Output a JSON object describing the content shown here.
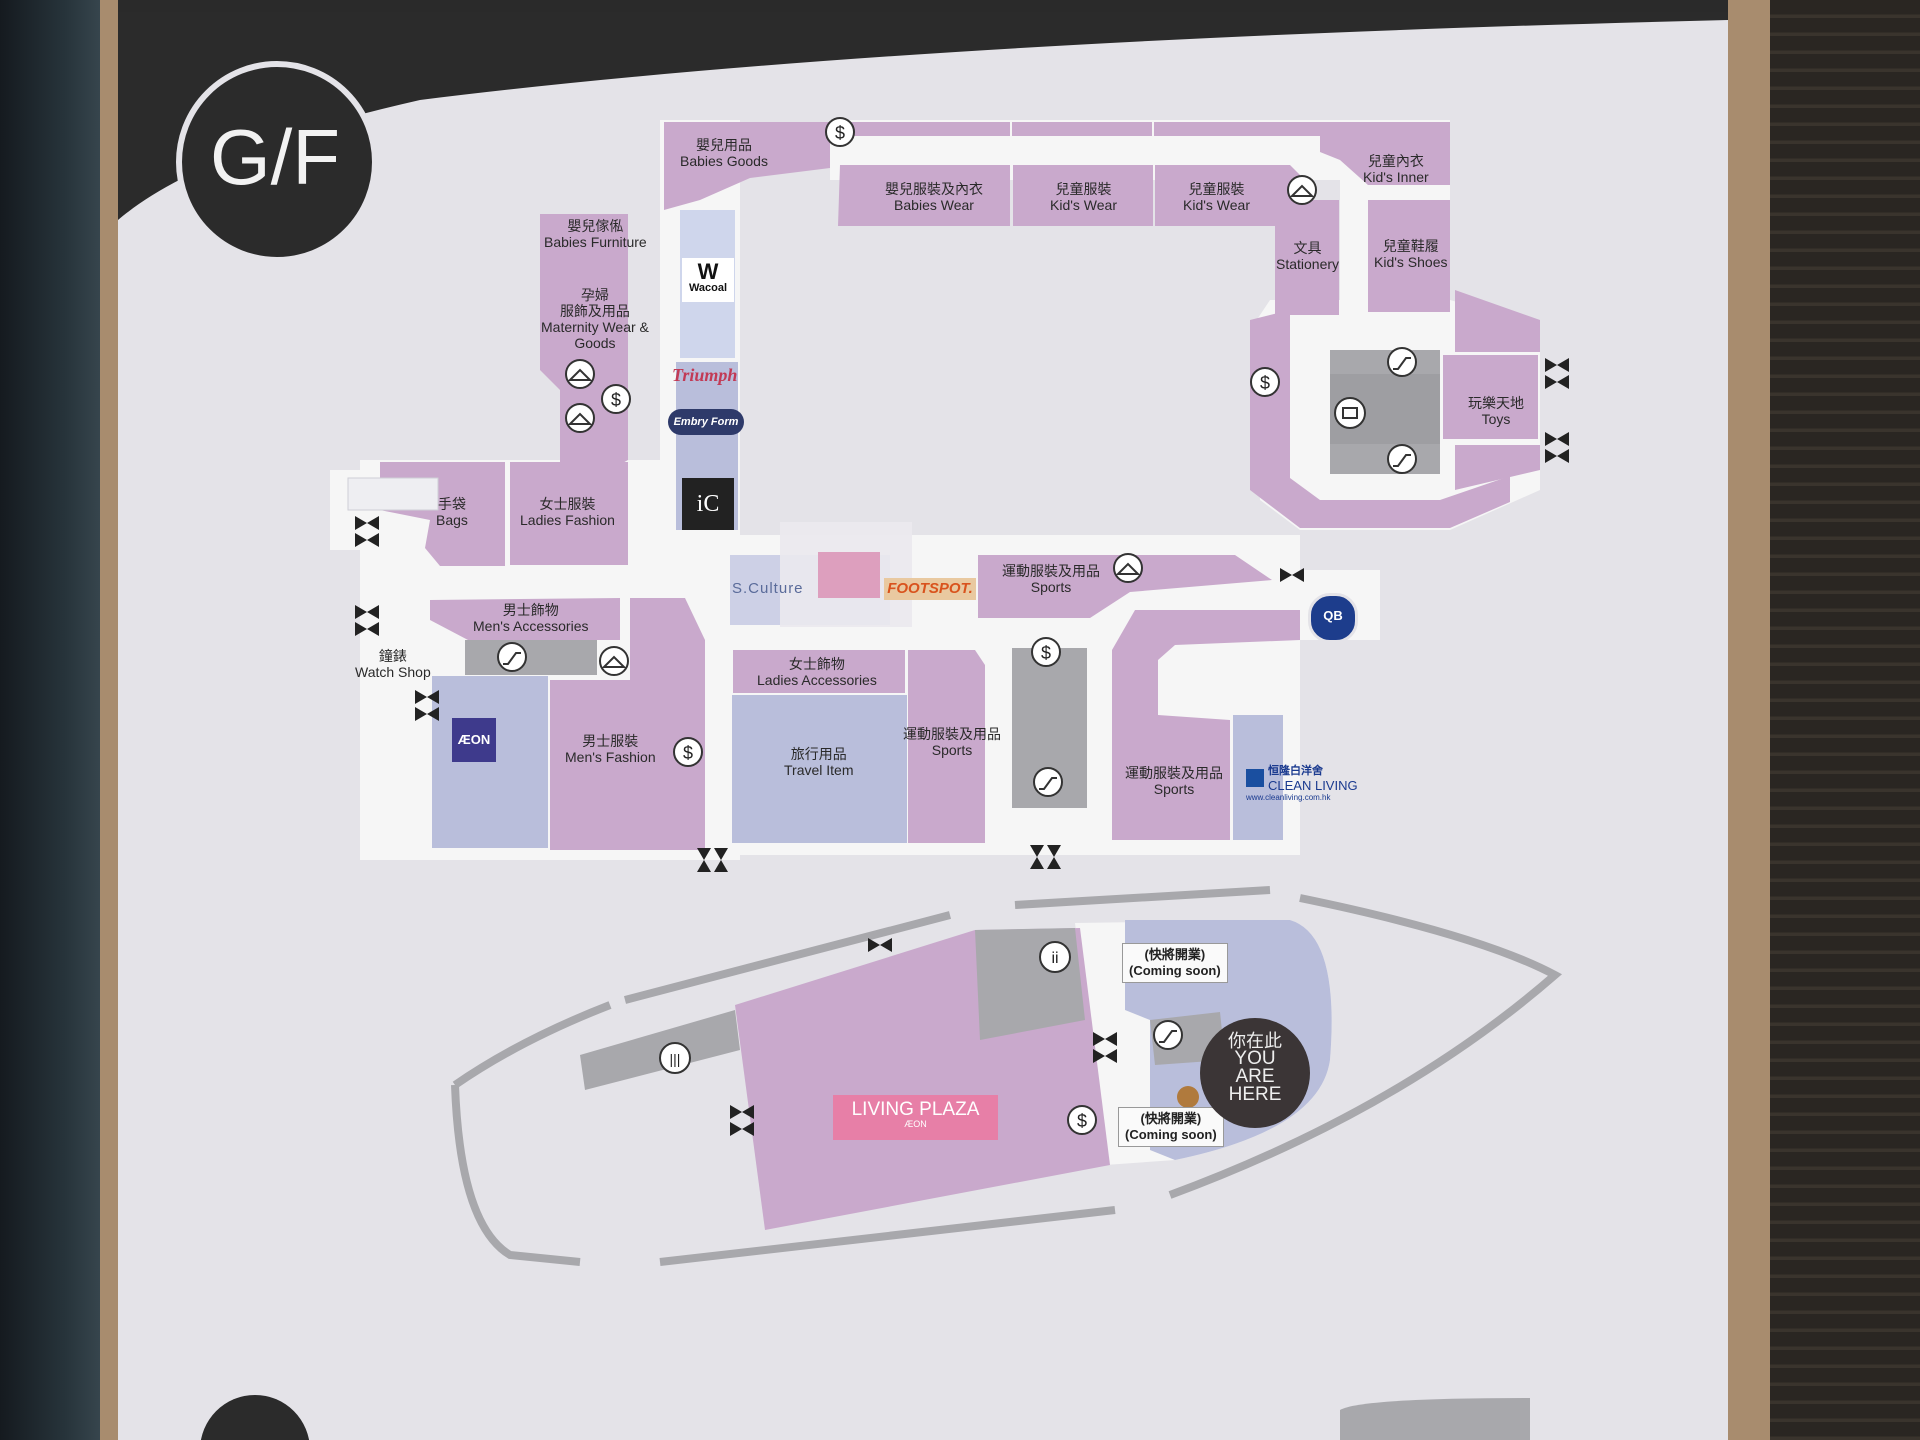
{
  "floor": "G/F",
  "stores": {
    "babies_goods": {
      "cn": "嬰兒用品",
      "en": "Babies Goods"
    },
    "babies_wear": {
      "cn": "嬰兒服裝及內衣",
      "en": "Babies Wear"
    },
    "kids_wear_1": {
      "cn": "兒童服裝",
      "en": "Kid's Wear"
    },
    "kids_wear_2": {
      "cn": "兒童服裝",
      "en": "Kid's Wear"
    },
    "kids_inner": {
      "cn": "兒童內衣",
      "en": "Kid's Inner"
    },
    "stationery": {
      "cn": "文具",
      "en": "Stationery"
    },
    "kids_shoes": {
      "cn": "兒童鞋履",
      "en": "Kid's Shoes"
    },
    "toys": {
      "cn": "玩樂天地",
      "en": "Toys"
    },
    "babies_furniture": {
      "cn": "嬰兒傢俬",
      "en": "Babies Furniture"
    },
    "maternity": {
      "cn1": "孕婦",
      "cn2": "服飾及用品",
      "en1": "Maternity Wear &",
      "en2": "Goods"
    },
    "bags": {
      "cn": "手袋",
      "en": "Bags"
    },
    "ladies_fashion": {
      "cn": "女士服裝",
      "en": "Ladies Fashion"
    },
    "mens_accessories": {
      "cn": "男士飾物",
      "en": "Men's Accessories"
    },
    "watch_shop": {
      "cn": "鐘錶",
      "en": "Watch Shop"
    },
    "mens_fashion": {
      "cn": "男士服裝",
      "en": "Men's Fashion"
    },
    "ladies_accessories": {
      "cn": "女士飾物",
      "en": "Ladies Accessories"
    },
    "travel_item": {
      "cn": "旅行用品",
      "en": "Travel Item"
    },
    "sports_1": {
      "cn": "運動服裝及用品",
      "en": "Sports"
    },
    "sports_2": {
      "cn": "運動服裝及用品",
      "en": "Sports"
    },
    "sports_3": {
      "cn": "運動服裝及用品",
      "en": "Sports"
    }
  },
  "brands": {
    "wacoal": "Wacoal",
    "triumph": "Triumph",
    "embry_form": "Embry Form",
    "ic": "iC",
    "s_culture": "S.Culture",
    "footspot": "FOOTSPOT.",
    "qb_house": "QB",
    "aeon": "ÆON",
    "clean_living_cn": "恒隆白洋舍",
    "clean_living_en": "CLEAN LIVING",
    "clean_living_url": "www.cleanliving.com.hk",
    "living_plaza": "LIVING PLAZA",
    "living_plaza_sub": "ÆON"
  },
  "coming_soon": {
    "cn": "(快將開業)",
    "en": "(Coming soon)"
  },
  "you_are_here": {
    "cn": "你在此",
    "en1": "YOU",
    "en2": "ARE",
    "en3": "HERE"
  },
  "colors": {
    "shop": "#c9a9cc",
    "aisle": "#f6f6f6",
    "service": "#a8a8ac",
    "blue_zone": "#b9bedb",
    "panel": "#e4e3e8",
    "dark": "#2b2b2b"
  },
  "icons": [
    "dollar-icon",
    "hanger-icon",
    "escalator-icon",
    "entrance-icon",
    "toilet-icon",
    "lift-icon",
    "nursery-icon"
  ]
}
